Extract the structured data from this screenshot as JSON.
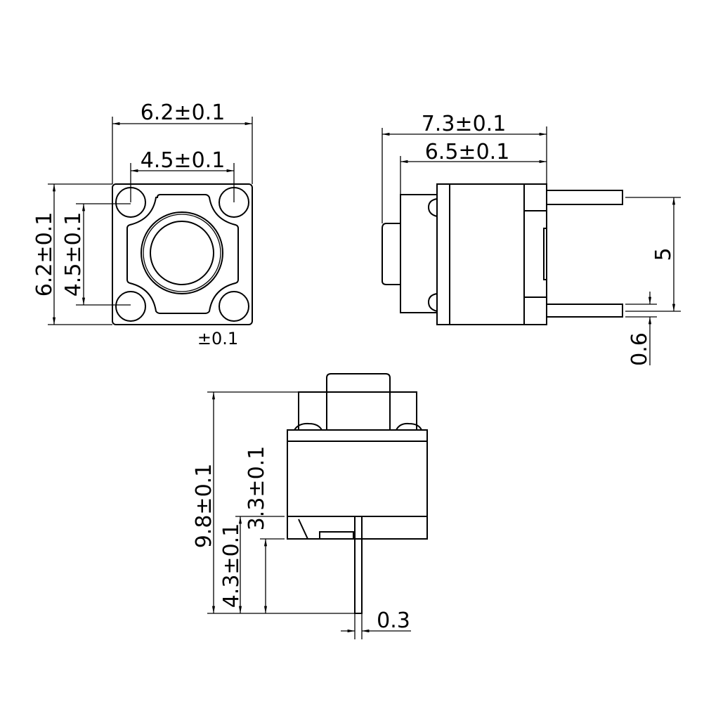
{
  "top_view": {
    "width_label": "6.2±0.1",
    "pin_pitch_label": "4.5±0.1",
    "height_label": "6.2±0.1",
    "pin_pitch_vertical_label": "4.5±0.1",
    "tolerance_note": "±0.1"
  },
  "side_view": {
    "overall_length_label": "7.3±0.1",
    "body_length_label": "6.5±0.1",
    "pin_spacing_label": "5",
    "pin_width_label": "0.6"
  },
  "front_view": {
    "overall_height_label": "9.8±0.1",
    "pin_length_label": "4.3±0.1",
    "lead_height_label": "3.3±0.1",
    "pin_thickness_label": "0.3"
  },
  "colors": {
    "line": "#000000",
    "background": "#ffffff"
  }
}
